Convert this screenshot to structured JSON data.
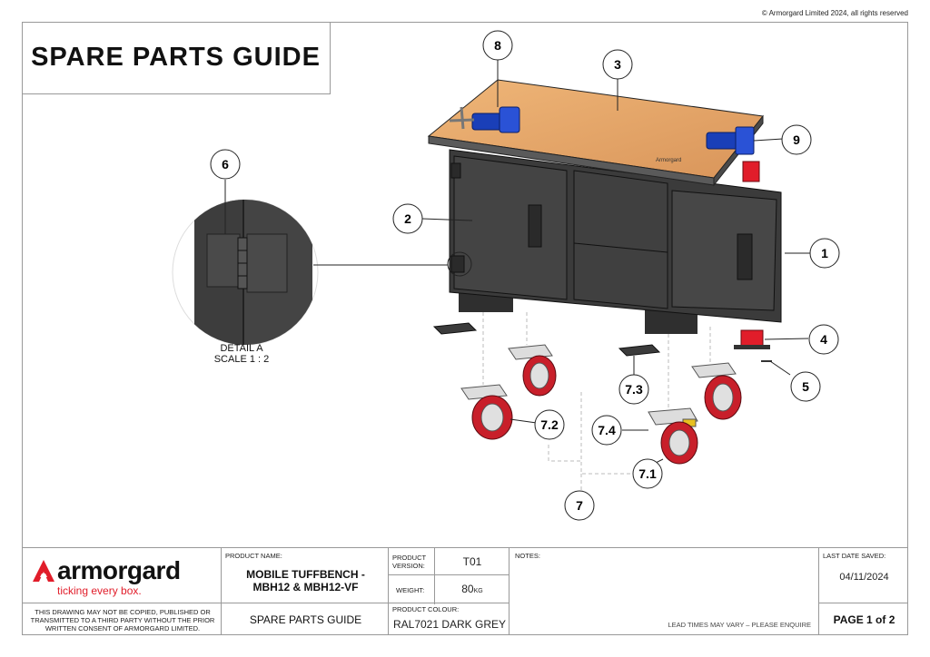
{
  "copyright": "© Armorgard Limited 2024, all rights reserved",
  "title": "SPARE PARTS GUIDE",
  "detail": {
    "line1": "DETAIL A",
    "line2": "SCALE 1 : 2"
  },
  "callouts": [
    "1",
    "2",
    "3",
    "4",
    "5",
    "6",
    "7",
    "7.1",
    "7.2",
    "7.3",
    "7.4",
    "8",
    "9"
  ],
  "title_block": {
    "brand": "armorgard",
    "tagline": "ticking every box.",
    "disclaimer": "THIS DRAWING MAY NOT BE COPIED, PUBLISHED OR TRANSMITTED TO A THIRD PARTY WITHOUT THE PRIOR WRITTEN CONSENT OF ARMORGARD LIMITED.",
    "product_name_label": "PRODUCT NAME:",
    "product_name_line1": "MOBILE TUFFBENCH -",
    "product_name_line2": "MBH12 & MBH12-VF",
    "doc_type": "SPARE PARTS GUIDE",
    "product_version_label": "PRODUCT VERSION:",
    "product_version": "T01",
    "weight_label": "WEIGHT:",
    "weight_value": "80",
    "weight_unit": "KG",
    "product_colour_label": "PRODUCT COLOUR:",
    "product_colour": "RAL7021  DARK GREY",
    "notes_label": "NOTES:",
    "lead_times": "LEAD TIMES MAY VARY – PLEASE ENQUIRE",
    "last_saved_label": "LAST DATE SAVED:",
    "last_saved": "04/11/2024",
    "page": "PAGE 1 of 2"
  },
  "colors": {
    "accent_red": "#e11d2a",
    "body_grey": "#3b3b3b",
    "worktop": "#e7a66a",
    "vice_blue": "#1a3fb8"
  }
}
